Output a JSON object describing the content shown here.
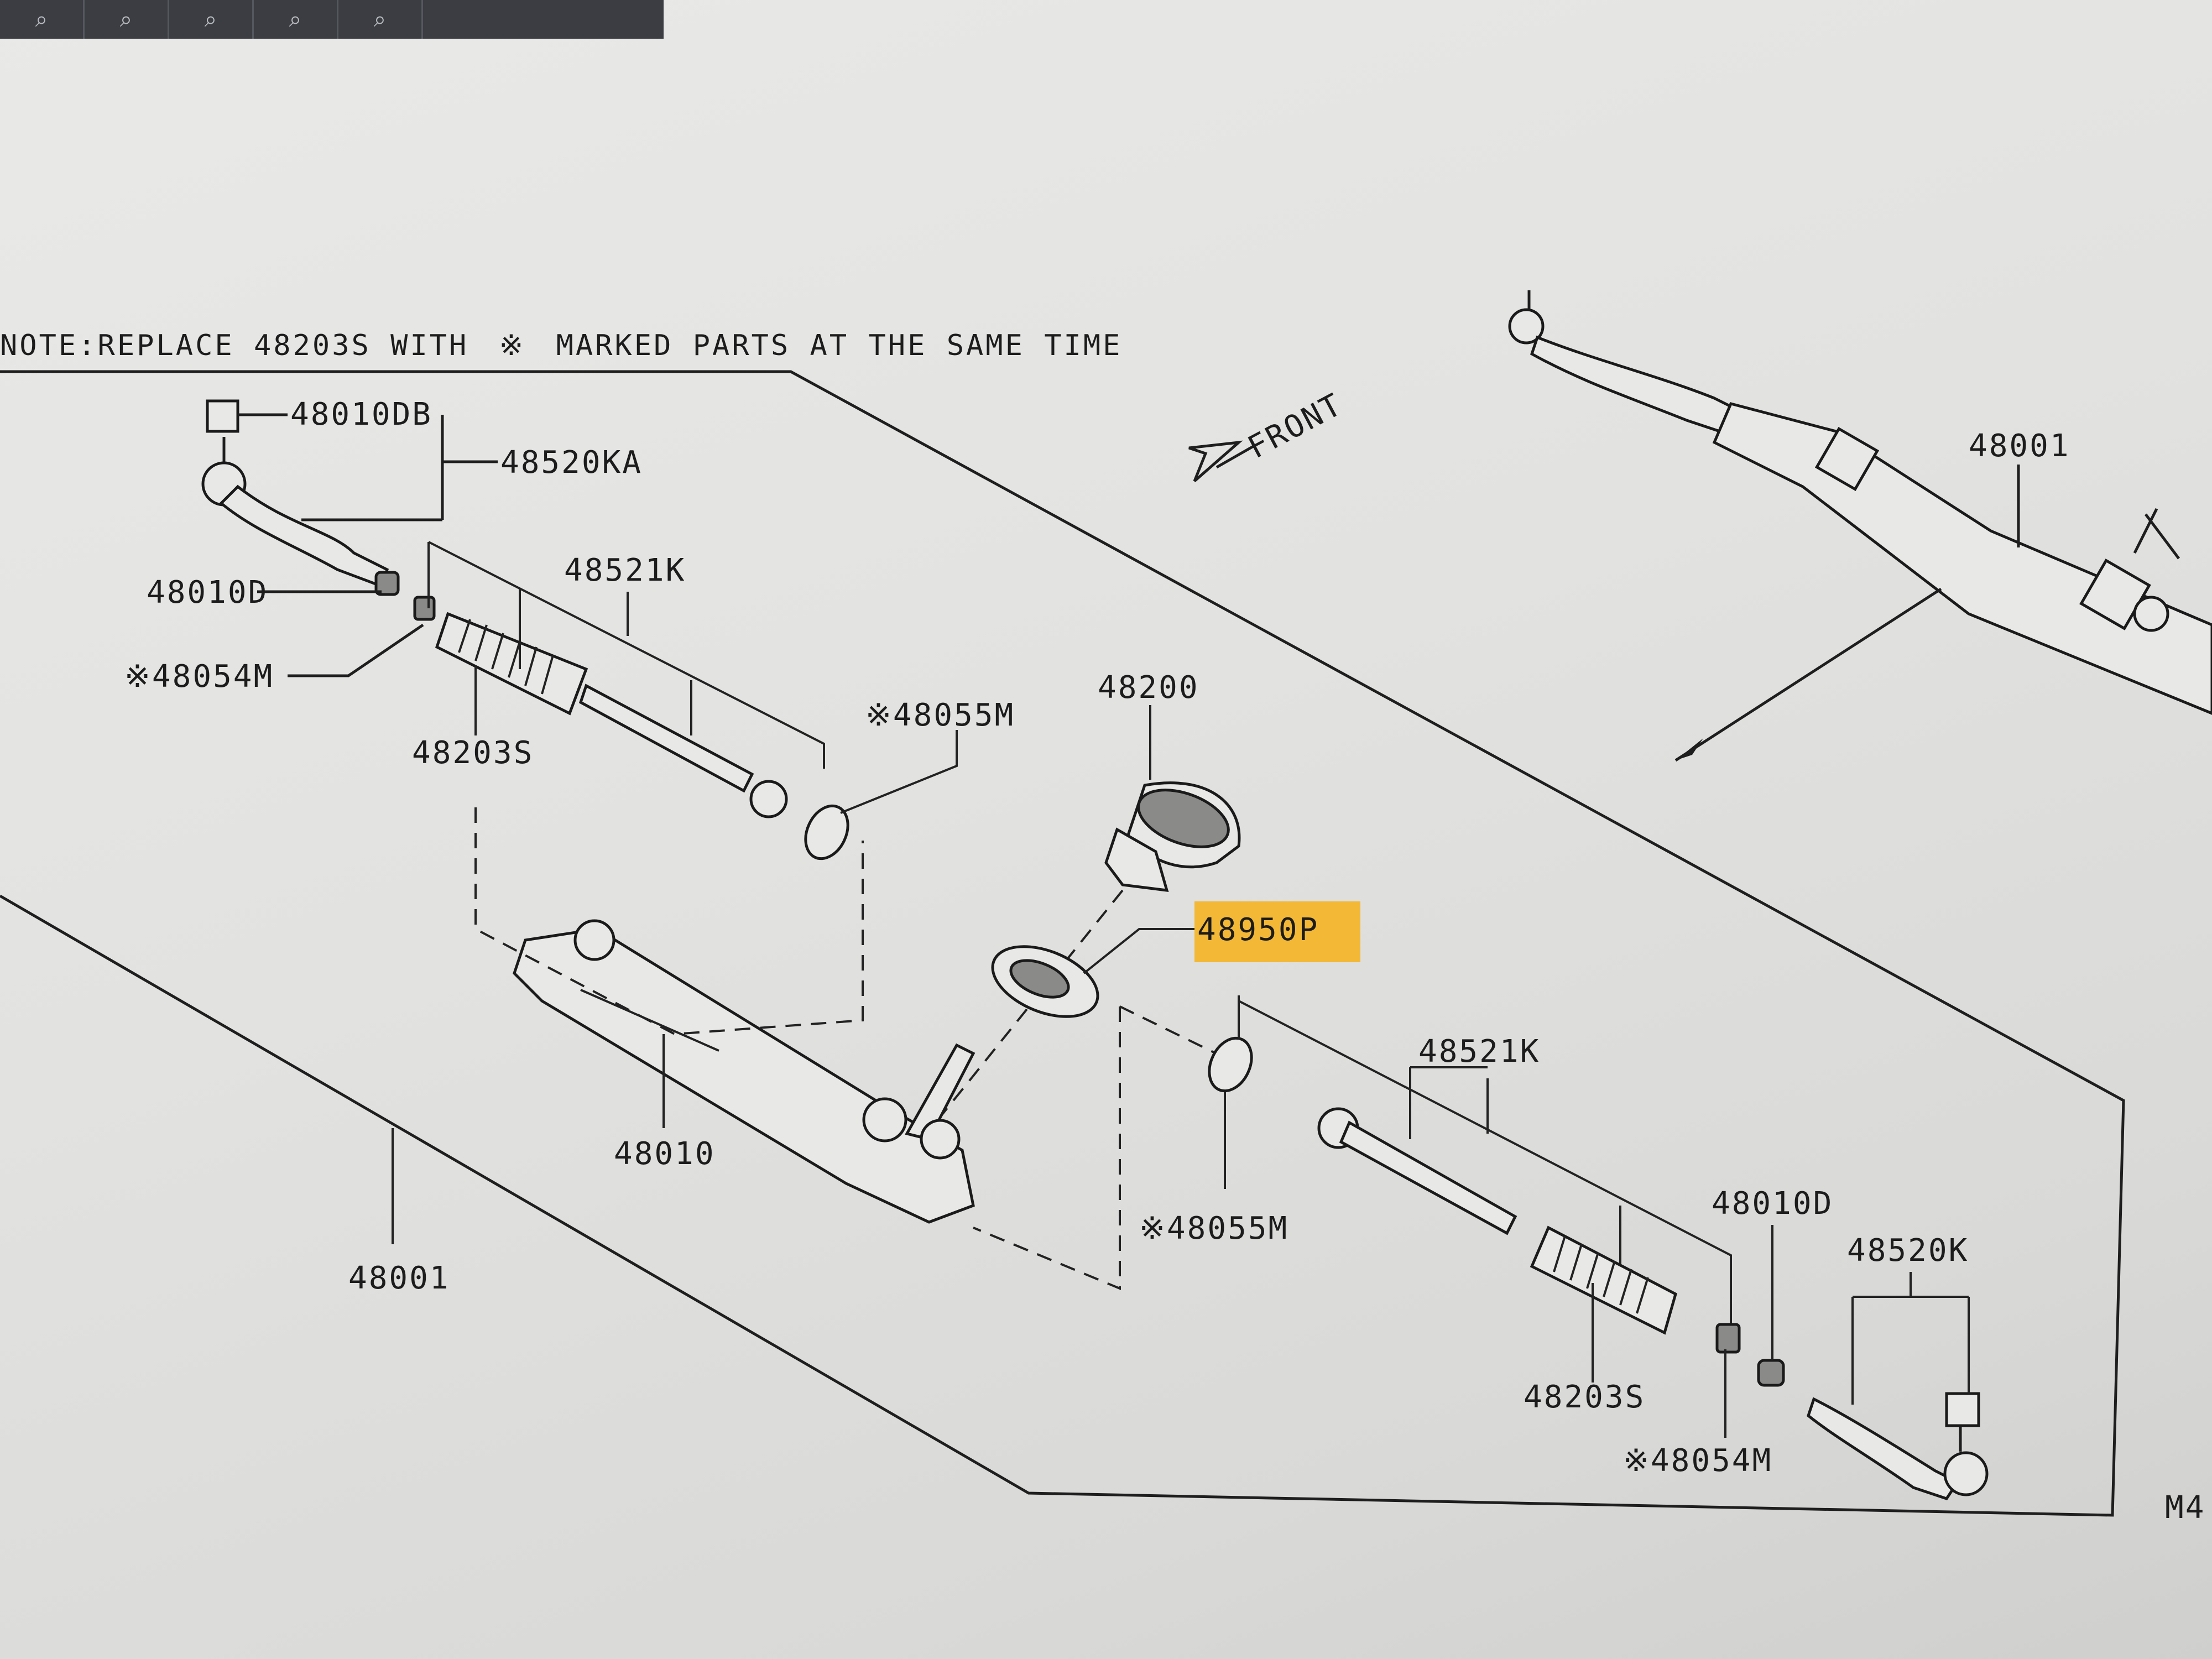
{
  "toolbar": {
    "buttons": [
      {
        "name": "zoom-out-icon",
        "glyph": "⌕"
      },
      {
        "name": "zoom-in-icon",
        "glyph": "⌕"
      },
      {
        "name": "zoom-fit-icon",
        "glyph": "⌕"
      },
      {
        "name": "zoom-100-icon",
        "glyph": "⌕"
      },
      {
        "name": "zoom-window-icon",
        "glyph": "⌕"
      }
    ]
  },
  "note": {
    "prefix": "NOTE:REPLACE 48203S WITH",
    "mark": "※",
    "suffix": "MARKED PARTS AT THE SAME TIME"
  },
  "front_label": "FRONT",
  "highlight_color": "#f3b836",
  "labels": {
    "p48010DB": "48010DB",
    "p48520KA": "48520KA",
    "p48010D_left": "48010D",
    "p48054M_left": "※48054M",
    "p48521K_left": "48521K",
    "p48203S_left": "48203S",
    "p48055M_top": "※48055M",
    "p48200": "48200",
    "p48950P": "48950P",
    "p48010": "48010",
    "p48001_left": "48001",
    "p48001_right": "48001",
    "p48521K_right": "48521K",
    "p48055M_bottom": "※48055M",
    "p48010D_right": "48010D",
    "p48520K": "48520K",
    "p48203S_right": "48203S",
    "p48054M_right": "※48054M",
    "corner": "M4"
  }
}
